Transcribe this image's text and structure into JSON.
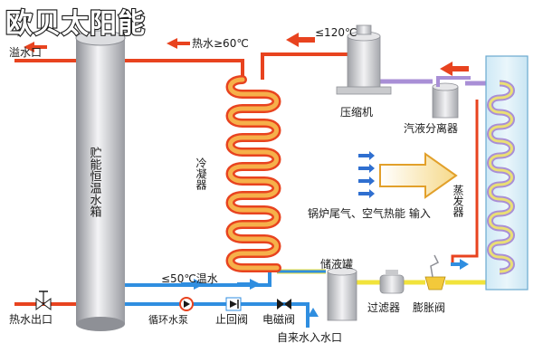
{
  "watermark": "欧贝太阳能",
  "tank": {
    "title": "贮能恒温水箱",
    "overflow_label": "溢水口",
    "outlet_label": "热水出口"
  },
  "hot_water_label": "热水≥60℃",
  "compressor": {
    "temp_label": "≤120℃",
    "label": "压缩机"
  },
  "condenser_label": "冷凝器",
  "separator_label": "汽液分离器",
  "evaporator_label": "蒸发器",
  "heat_source_label": "锅炉尾气、空气热能 输入",
  "receiver_label": "储液罐",
  "filter_label": "过滤器",
  "expansion_valve_label": "膨胀阀",
  "return_water_label": "≤50℃温水",
  "pump_label": "循环水泵",
  "check_valve_label": "止回阀",
  "solenoid_valve_label": "电磁阀",
  "inlet_label": "自来水入水口",
  "colors": {
    "hot_pipe": "#e8431f",
    "cold_pipe": "#2f8ee0",
    "refrigerant_low": "#a98fd6",
    "refrigerant_liquid": "#f1e33b",
    "coil_orange": "#f08a1c",
    "evaporator_coil": "#eadf74"
  }
}
